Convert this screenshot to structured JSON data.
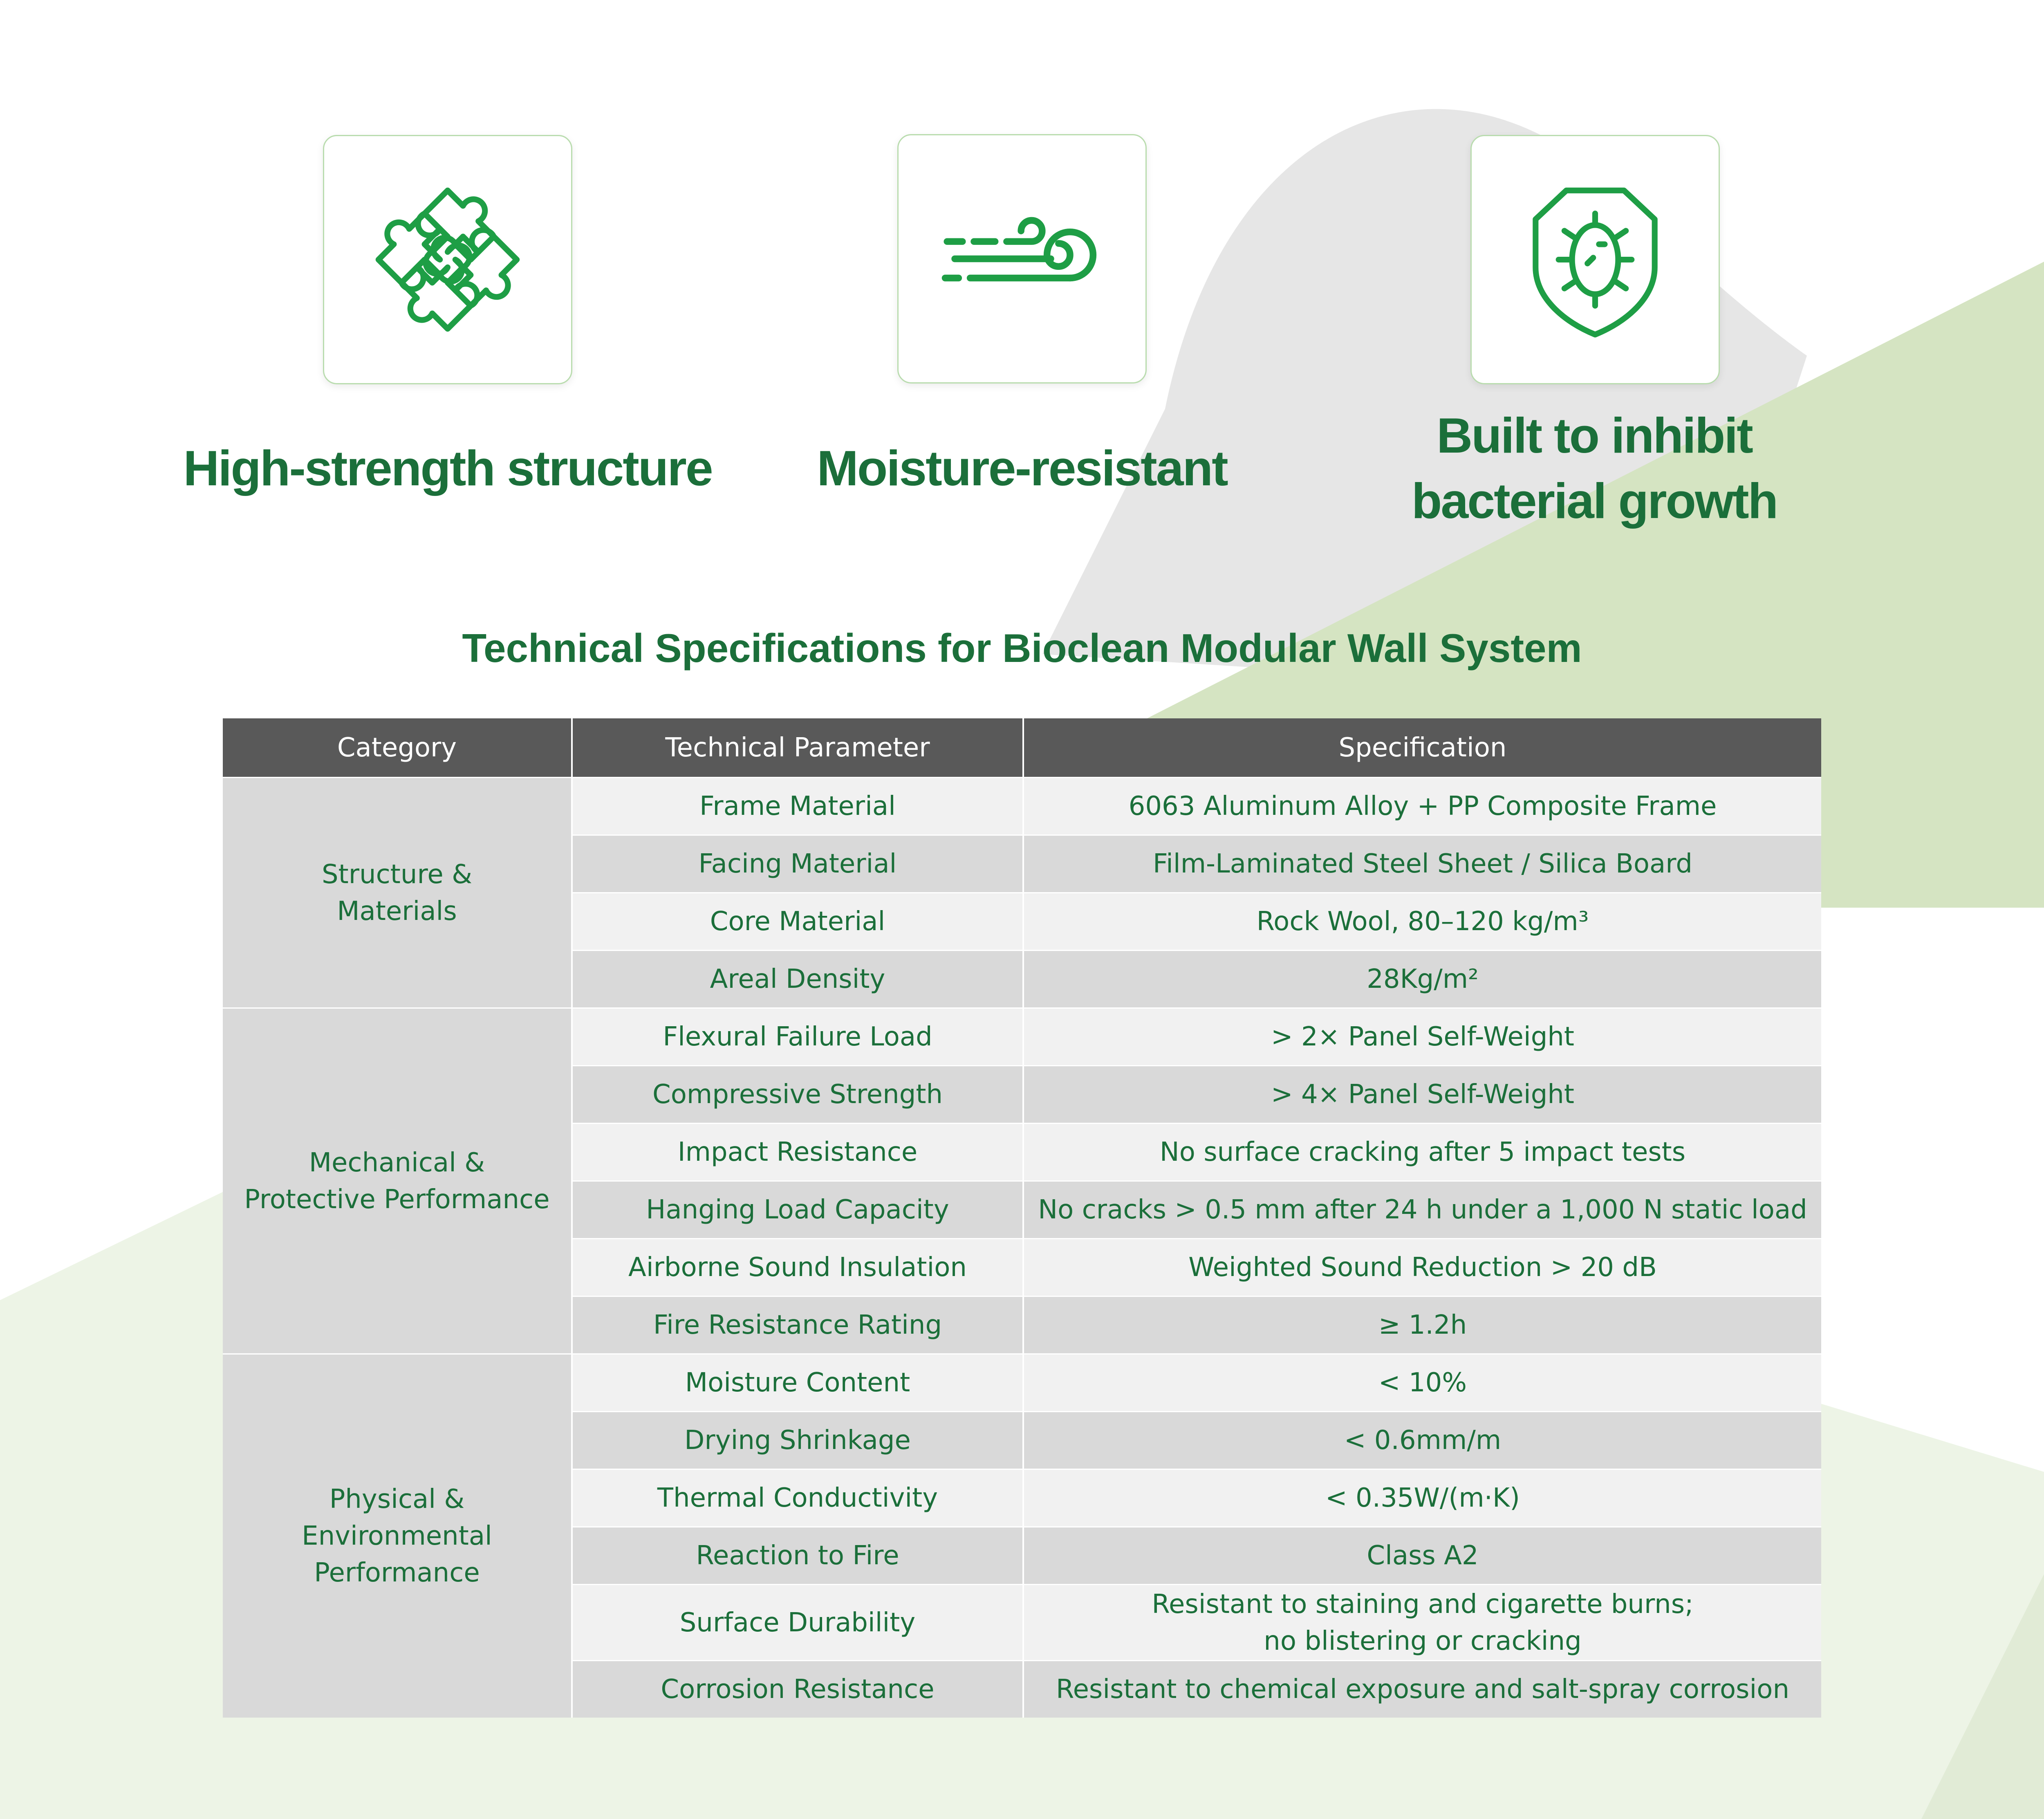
{
  "features": [
    {
      "icon": "puzzle-pieces-icon",
      "title": "High-strength structure"
    },
    {
      "icon": "wind-icon",
      "title": "Moisture-resistant"
    },
    {
      "icon": "bacteria-shield-icon",
      "title_line1": "Built to inhibit",
      "title_line2": "bacterial growth"
    }
  ],
  "main_title": "Technical Specifications for Bioclean Modular Wall System",
  "table": {
    "headers": [
      "Category",
      "Technical Parameter",
      "Specification"
    ],
    "groups": [
      {
        "category_lines": [
          "Structure &",
          "Materials"
        ],
        "rows": [
          {
            "parameter": "Frame Material",
            "spec": "6063 Aluminum Alloy + PP Composite Frame"
          },
          {
            "parameter": "Facing Material",
            "spec": "Film-Laminated Steel Sheet / Silica Board"
          },
          {
            "parameter": "Core Material",
            "spec": "Rock Wool, 80–120 kg/m³"
          },
          {
            "parameter": "Areal Density",
            "spec": "28Kg/m²"
          }
        ]
      },
      {
        "category_lines": [
          "Mechanical &",
          "Protective Performance"
        ],
        "rows": [
          {
            "parameter": "Flexural Failure Load",
            "spec": "> 2× Panel Self-Weight"
          },
          {
            "parameter": "Compressive Strength",
            "spec": "> 4× Panel Self-Weight"
          },
          {
            "parameter": "Impact Resistance",
            "spec": "No surface cracking after 5 impact tests"
          },
          {
            "parameter": "Hanging Load Capacity",
            "spec": "No cracks > 0.5 mm after 24 h under a 1,000 N static load"
          },
          {
            "parameter": "Airborne Sound Insulation",
            "spec": "Weighted Sound Reduction > 20 dB"
          },
          {
            "parameter": "Fire Resistance Rating",
            "spec": "≥ 1.2h"
          }
        ]
      },
      {
        "category_lines": [
          "Physical &",
          "Environmental",
          "Performance"
        ],
        "rows": [
          {
            "parameter": "Moisture Content",
            "spec": "< 10%"
          },
          {
            "parameter": "Drying Shrinkage",
            "spec": "< 0.6mm/m"
          },
          {
            "parameter": "Thermal Conductivity",
            "spec": "< 0.35W/(m·K)"
          },
          {
            "parameter": "Reaction to Fire",
            "spec": "Class A2"
          },
          {
            "parameter": "Surface Durability",
            "spec_line1": "Resistant to staining and cigarette burns;",
            "spec_line2": "no blistering or cracking"
          },
          {
            "parameter": "Corrosion Resistance",
            "spec": "Resistant to chemical exposure and salt-spray corrosion"
          }
        ]
      }
    ]
  },
  "colors": {
    "brand_green": "#1b6f3a",
    "icon_green": "#1e9e45",
    "header_gray": "#595959",
    "row_light": "#f1f1f1",
    "row_dark": "#d9d9d9"
  }
}
